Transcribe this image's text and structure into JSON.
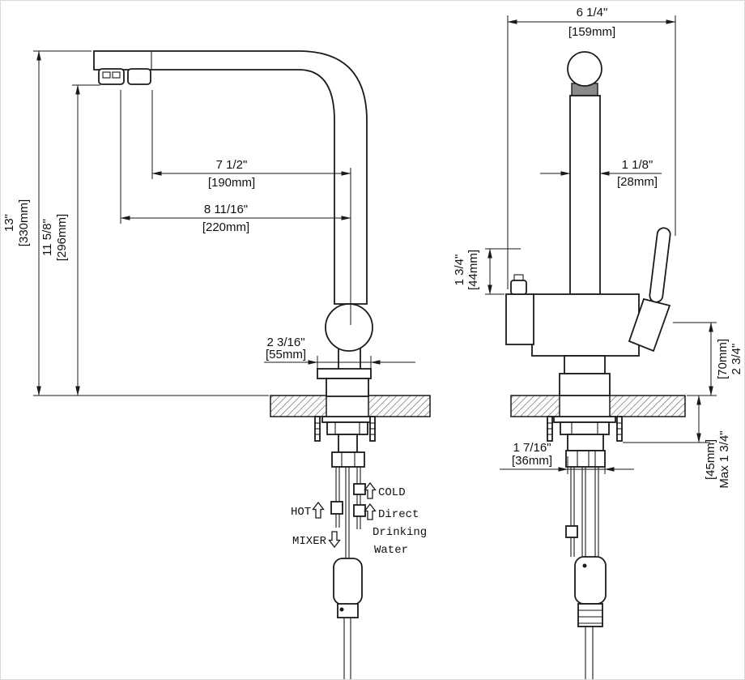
{
  "drawing": {
    "left_view": {
      "dims": {
        "total_height": {
          "in": "13\"",
          "mm": "[330mm]"
        },
        "height_to_spray": {
          "in": "11 5/8\"",
          "mm": "[296mm]"
        },
        "spout_reach": {
          "in": "7 1/2\"",
          "mm": "[190mm]"
        },
        "overall_reach": {
          "in": "8 11/16\"",
          "mm": "[220mm]"
        },
        "base_width": {
          "in": "2 3/16\"",
          "mm": "[55mm]"
        }
      },
      "connections": {
        "hot": "HOT",
        "cold": "COLD",
        "mixer": "MIXER",
        "direct_line1": "Direct",
        "direct_line2": "Drinking",
        "direct_line3": "Water"
      }
    },
    "front_view": {
      "dims": {
        "overall_width": {
          "in": "6 1/4\"",
          "mm": "[159mm]"
        },
        "spout_pipe_width": {
          "in": "1 1/8\"",
          "mm": "[28mm]"
        },
        "outlet_height": {
          "in": "1 3/4\"",
          "mm": "[44mm]"
        },
        "handle_base_height": {
          "in": "2 3/4\"",
          "mm": "[70mm]"
        },
        "max_counter_thickness": {
          "in": "Max 1 3/4\"",
          "mm": "[45mm]"
        },
        "shank_width": {
          "in": "1 7/16\"",
          "mm": "[36mm]"
        }
      }
    }
  }
}
